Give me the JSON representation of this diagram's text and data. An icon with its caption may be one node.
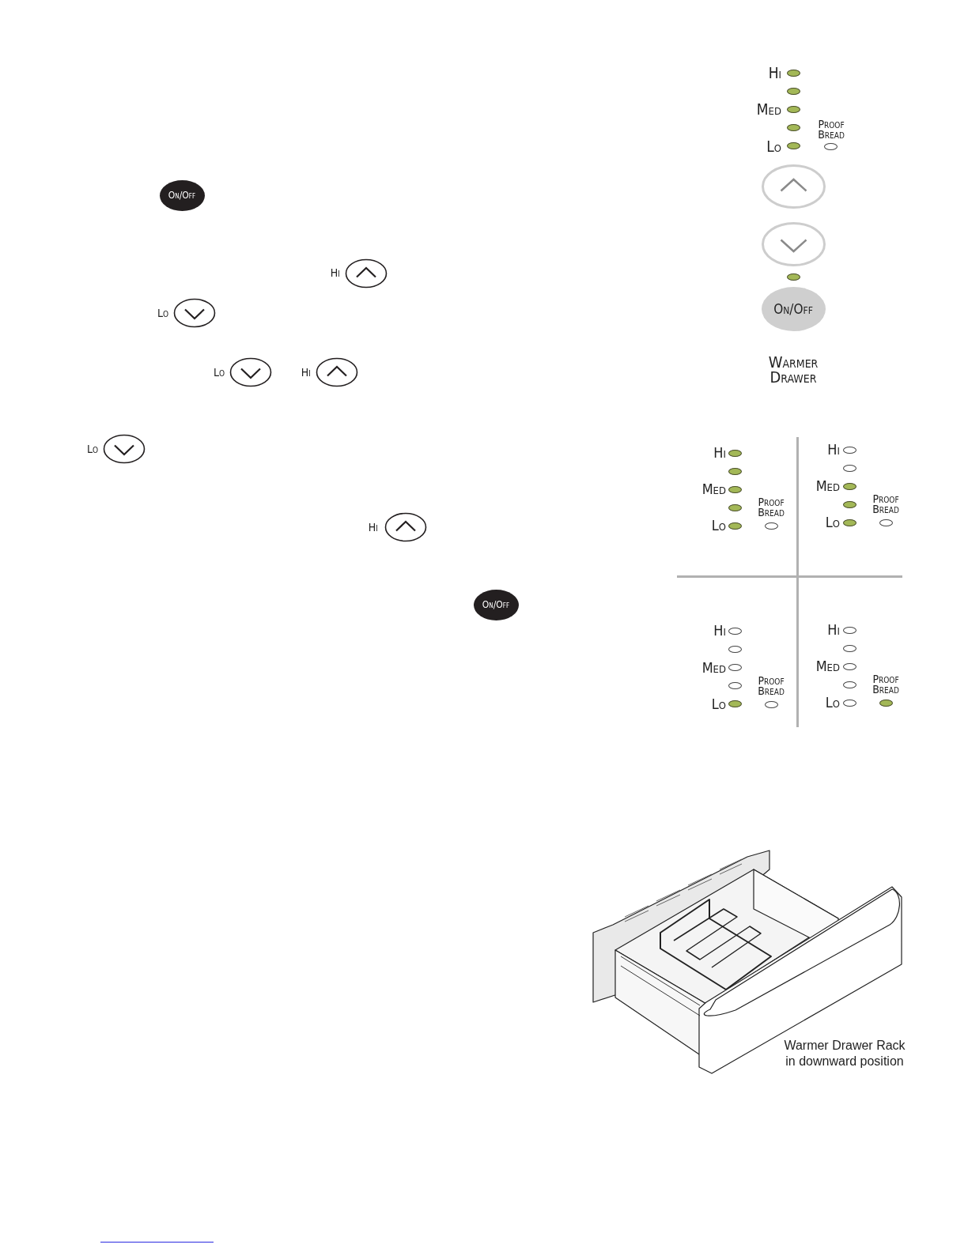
{
  "diagram": {
    "nodes": [
      {
        "text": [
          "On/Off"
        ]
      },
      {
        "text": [
          "On/Off"
        ]
      },
      {
        "text": [
          "On/Off"
        ]
      }
    ],
    "labels": [
      "Hi",
      "Lo",
      "Lo",
      "Hi",
      "Lo",
      "Hi",
      "Hi",
      "Med",
      "Proof Bread",
      "Lo",
      "Warmer Drawer",
      "Hi",
      "Med",
      "Proof Bread",
      "Lo",
      "Hi",
      "Med",
      "Proof Bread",
      "Lo",
      "Hi",
      "Med",
      "Proof Bread",
      "Lo",
      "Hi",
      "Med",
      "Proof Bread",
      "Lo",
      "Warmer Drawer Rack in downward position"
    ]
  }
}
